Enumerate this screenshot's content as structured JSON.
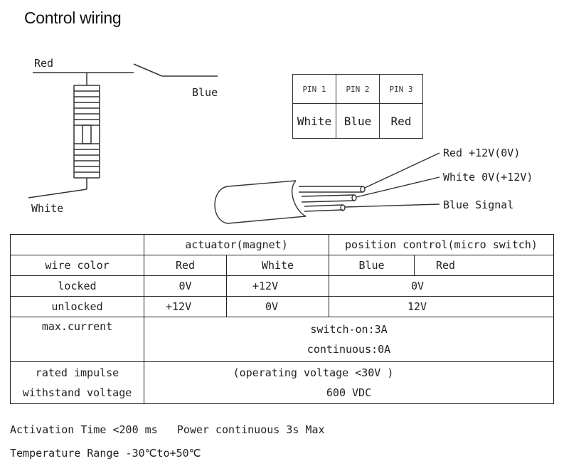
{
  "title": "Control wiring",
  "solenoid": {
    "top_wire": "Red",
    "right_wire": "Blue",
    "bottom_wire": "White"
  },
  "pin_table": {
    "headers": [
      "PIN 1",
      "PIN 2",
      "PIN 3"
    ],
    "colors": [
      "White",
      "Blue",
      "Red"
    ]
  },
  "cable": {
    "red_label": "Red  +12V(0V)",
    "white_label": "White  0V(+12V)",
    "blue_label": "Blue  Signal"
  },
  "spec_table": {
    "group_actuator": "actuator(magnet)",
    "group_position": "position control(micro switch)",
    "wire_color_label": "wire color",
    "wire_colors": [
      "Red",
      "White",
      "Blue",
      "Red"
    ],
    "locked_label": "locked",
    "locked_values": [
      "0V",
      "+12V",
      "0V"
    ],
    "unlocked_label": "unlocked",
    "unlocked_values": [
      "+12V",
      "0V",
      "12V"
    ],
    "max_current_label": "max.current",
    "max_current_line1": "switch-on:3A",
    "max_current_line2": "continuous:0A",
    "rated_label_line1": "rated impulse",
    "rated_label_line2": "withstand voltage",
    "rated_value_line1": "(operating voltage <30V )",
    "rated_value_line2": "600 VDC"
  },
  "footer": {
    "line1": "Activation Time <200 ms   Power continuous 3s Max",
    "line2": "Temperature Range -30℃to+50℃"
  }
}
